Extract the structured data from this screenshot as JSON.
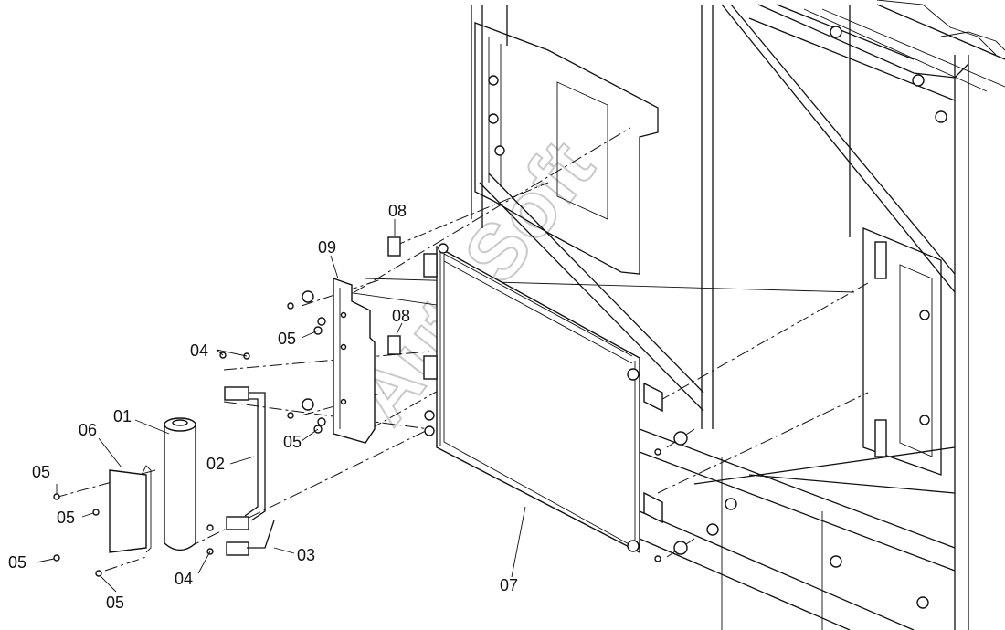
{
  "watermark": "AutoSoft",
  "callouts": {
    "c01": "01",
    "c02": "02",
    "c03": "03",
    "c04a": "04",
    "c04b": "04",
    "c05a": "05",
    "c05b": "05",
    "c05c": "05",
    "c05d": "05",
    "c05e": "05",
    "c05f": "05",
    "c06": "06",
    "c07": "07",
    "c08a": "08",
    "c08b": "08",
    "c09": "09"
  }
}
